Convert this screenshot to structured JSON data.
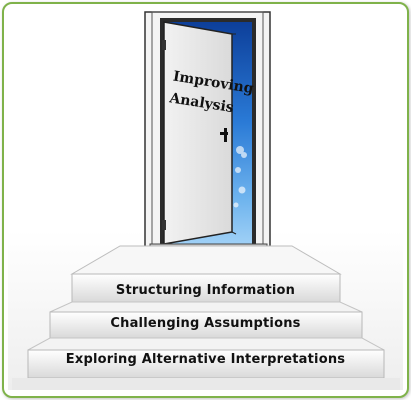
{
  "door": {
    "line1": "Improving",
    "line2": "Analysis"
  },
  "steps": [
    {
      "label": "Structuring Information"
    },
    {
      "label": "Challenging Assumptions"
    },
    {
      "label": "Exploring Alternative Interpretations"
    }
  ],
  "colors": {
    "border": "#7fb24a",
    "sky": "#1d5fb8",
    "door": "#e6e6e6",
    "frame": "#222222"
  }
}
